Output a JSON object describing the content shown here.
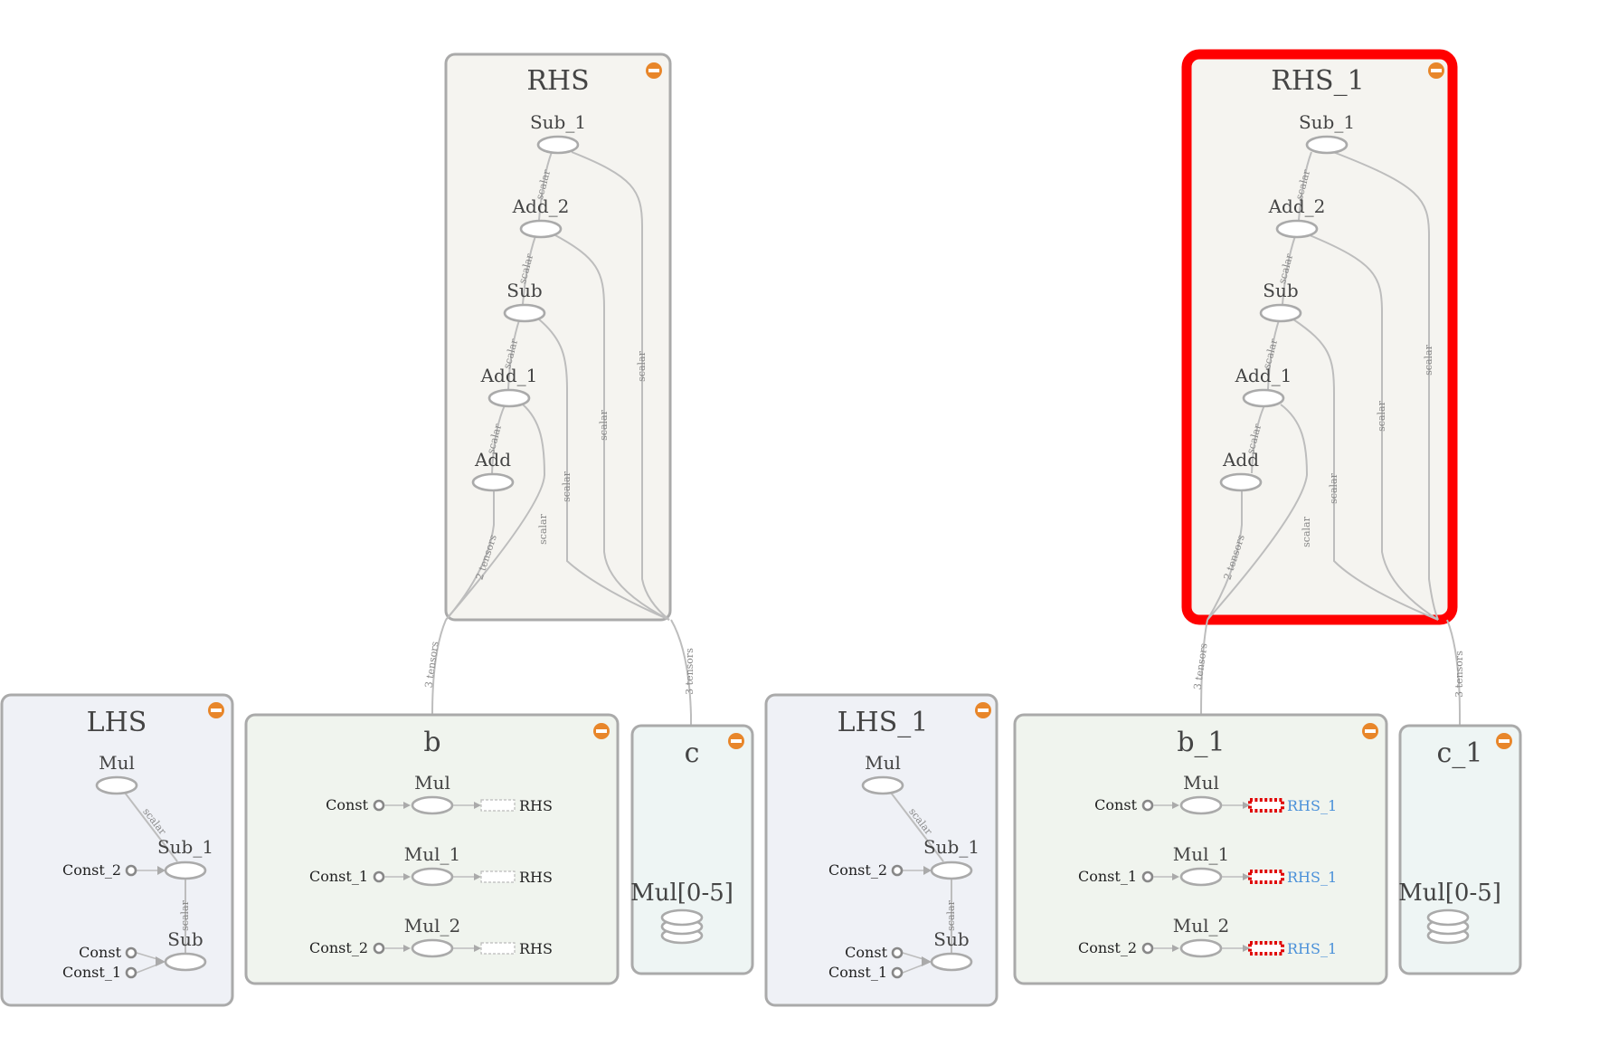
{
  "groups": {
    "rhs": {
      "title": "RHS",
      "nodes": [
        "Sub_1",
        "Add_2",
        "Sub",
        "Add_1",
        "Add"
      ]
    },
    "rhs_1": {
      "title": "RHS_1",
      "nodes": [
        "Sub_1",
        "Add_2",
        "Sub",
        "Add_1",
        "Add"
      ]
    },
    "lhs": {
      "title": "LHS",
      "mul": "Mul",
      "sub1": "Sub_1",
      "sub": "Sub",
      "const2": "Const_2",
      "const": "Const",
      "const1": "Const_1"
    },
    "lhs_1": {
      "title": "LHS_1",
      "mul": "Mul",
      "sub1": "Sub_1",
      "sub": "Sub",
      "const2": "Const_2",
      "const": "Const",
      "const1": "Const_1"
    },
    "b": {
      "title": "b",
      "rows": [
        {
          "op": "Mul",
          "const": "Const",
          "ref": "RHS"
        },
        {
          "op": "Mul_1",
          "const": "Const_1",
          "ref": "RHS"
        },
        {
          "op": "Mul_2",
          "const": "Const_2",
          "ref": "RHS"
        }
      ]
    },
    "b_1": {
      "title": "b_1",
      "rows": [
        {
          "op": "Mul",
          "const": "Const",
          "ref": "RHS_1"
        },
        {
          "op": "Mul_1",
          "const": "Const_1",
          "ref": "RHS_1"
        },
        {
          "op": "Mul_2",
          "const": "Const_2",
          "ref": "RHS_1"
        }
      ]
    },
    "c": {
      "title": "c",
      "var": "Mul[0-5]"
    },
    "c_1": {
      "title": "c_1",
      "var": "Mul[0-5]"
    }
  },
  "edge_labels": {
    "scalar": "scalar",
    "two_tensors": "2 tensors",
    "three_tensors": "3 tensors"
  },
  "colors": {
    "highlight": "#ff0000",
    "collapse": "#e8862a",
    "ref_highlight": "#4a90d9"
  }
}
